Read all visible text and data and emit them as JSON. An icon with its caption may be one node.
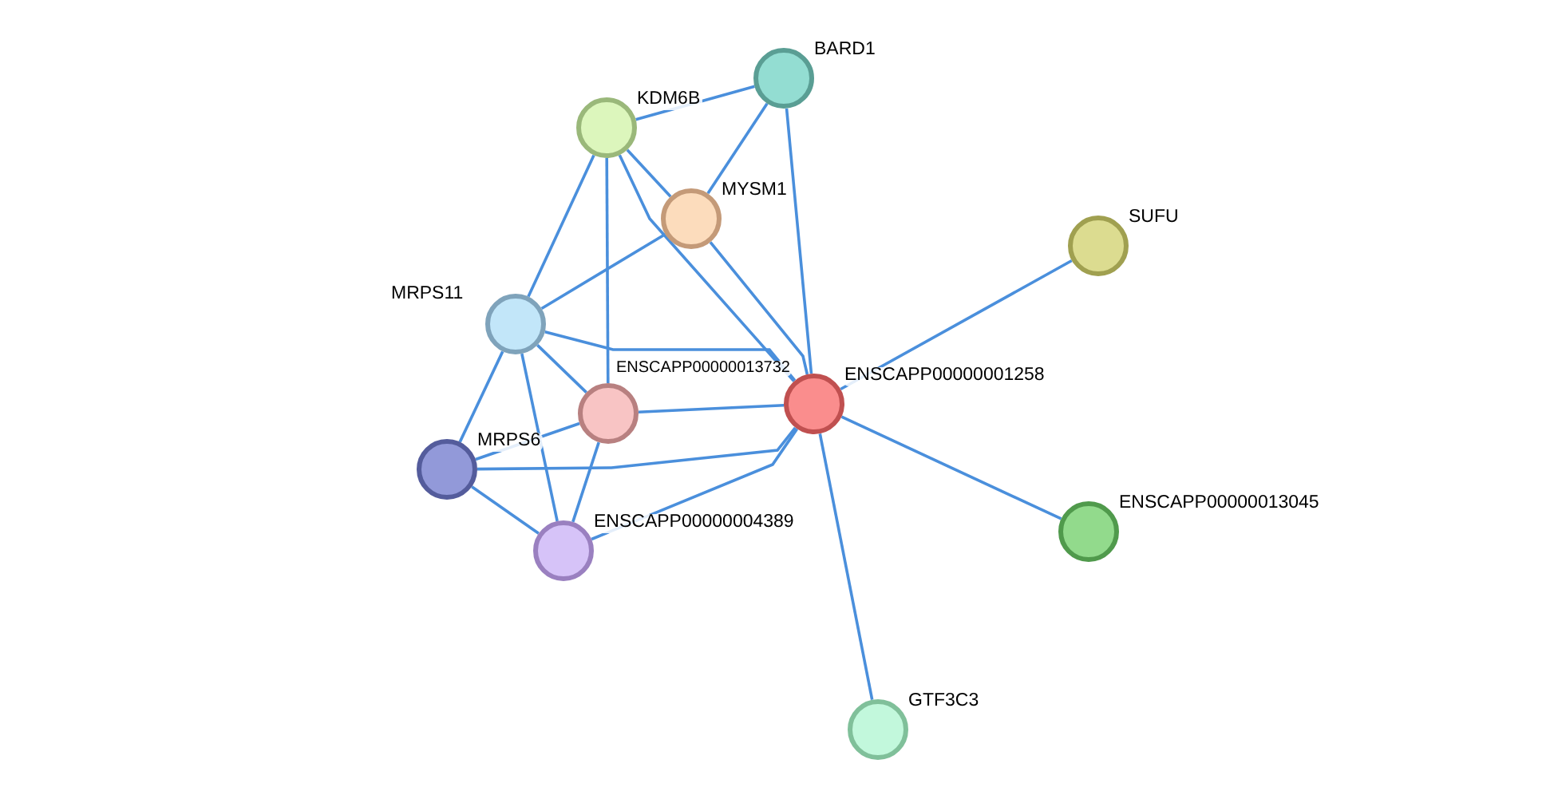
{
  "diagram": {
    "nodes": [
      {
        "text": [
          "BARD1"
        ]
      },
      {
        "text": [
          "KDM6B"
        ]
      },
      {
        "text": [
          "MYSM1"
        ]
      },
      {
        "text": [
          "SUFU"
        ]
      },
      {
        "text": [
          "MRPS11"
        ]
      },
      {
        "text": [
          "ENSCAPP00000013732"
        ]
      },
      {
        "text": [
          "ENSCAPP00000001258"
        ]
      },
      {
        "text": [
          "MRPS6"
        ]
      },
      {
        "text": [
          "ENSCAPP00000013045"
        ]
      },
      {
        "text": [
          "ENSCAPP00000004389"
        ]
      },
      {
        "text": [
          "GTF3C3"
        ]
      }
    ],
    "edges": [
      {
        "from": 1,
        "to": 0,
        "arrow": "none"
      },
      {
        "from": 0,
        "to": 2,
        "arrow": "none"
      },
      {
        "from": 0,
        "to": 6,
        "arrow": "none"
      },
      {
        "from": 1,
        "to": 2,
        "arrow": "none"
      },
      {
        "from": 1,
        "to": 4,
        "arrow": "none"
      },
      {
        "from": 1,
        "to": 5,
        "arrow": "none"
      },
      {
        "from": 1,
        "to": 6,
        "arrow": "none"
      },
      {
        "from": 2,
        "to": 4,
        "arrow": "none"
      },
      {
        "from": 2,
        "to": 6,
        "arrow": "none"
      },
      {
        "from": 3,
        "to": 6,
        "arrow": "none"
      },
      {
        "from": 4,
        "to": 5,
        "arrow": "none"
      },
      {
        "from": 4,
        "to": 6,
        "arrow": "none"
      },
      {
        "from": 4,
        "to": 7,
        "arrow": "none"
      },
      {
        "from": 4,
        "to": 9,
        "arrow": "none"
      },
      {
        "from": 5,
        "to": 6,
        "arrow": "none"
      },
      {
        "from": 5,
        "to": 7,
        "arrow": "none"
      },
      {
        "from": 5,
        "to": 9,
        "arrow": "none"
      },
      {
        "from": 7,
        "to": 6,
        "arrow": "none"
      },
      {
        "from": 7,
        "to": 9,
        "arrow": "none"
      },
      {
        "from": 9,
        "to": 6,
        "arrow": "none"
      },
      {
        "from": 6,
        "to": 8,
        "arrow": "none"
      },
      {
        "from": 6,
        "to": 10,
        "arrow": "none"
      }
    ]
  }
}
